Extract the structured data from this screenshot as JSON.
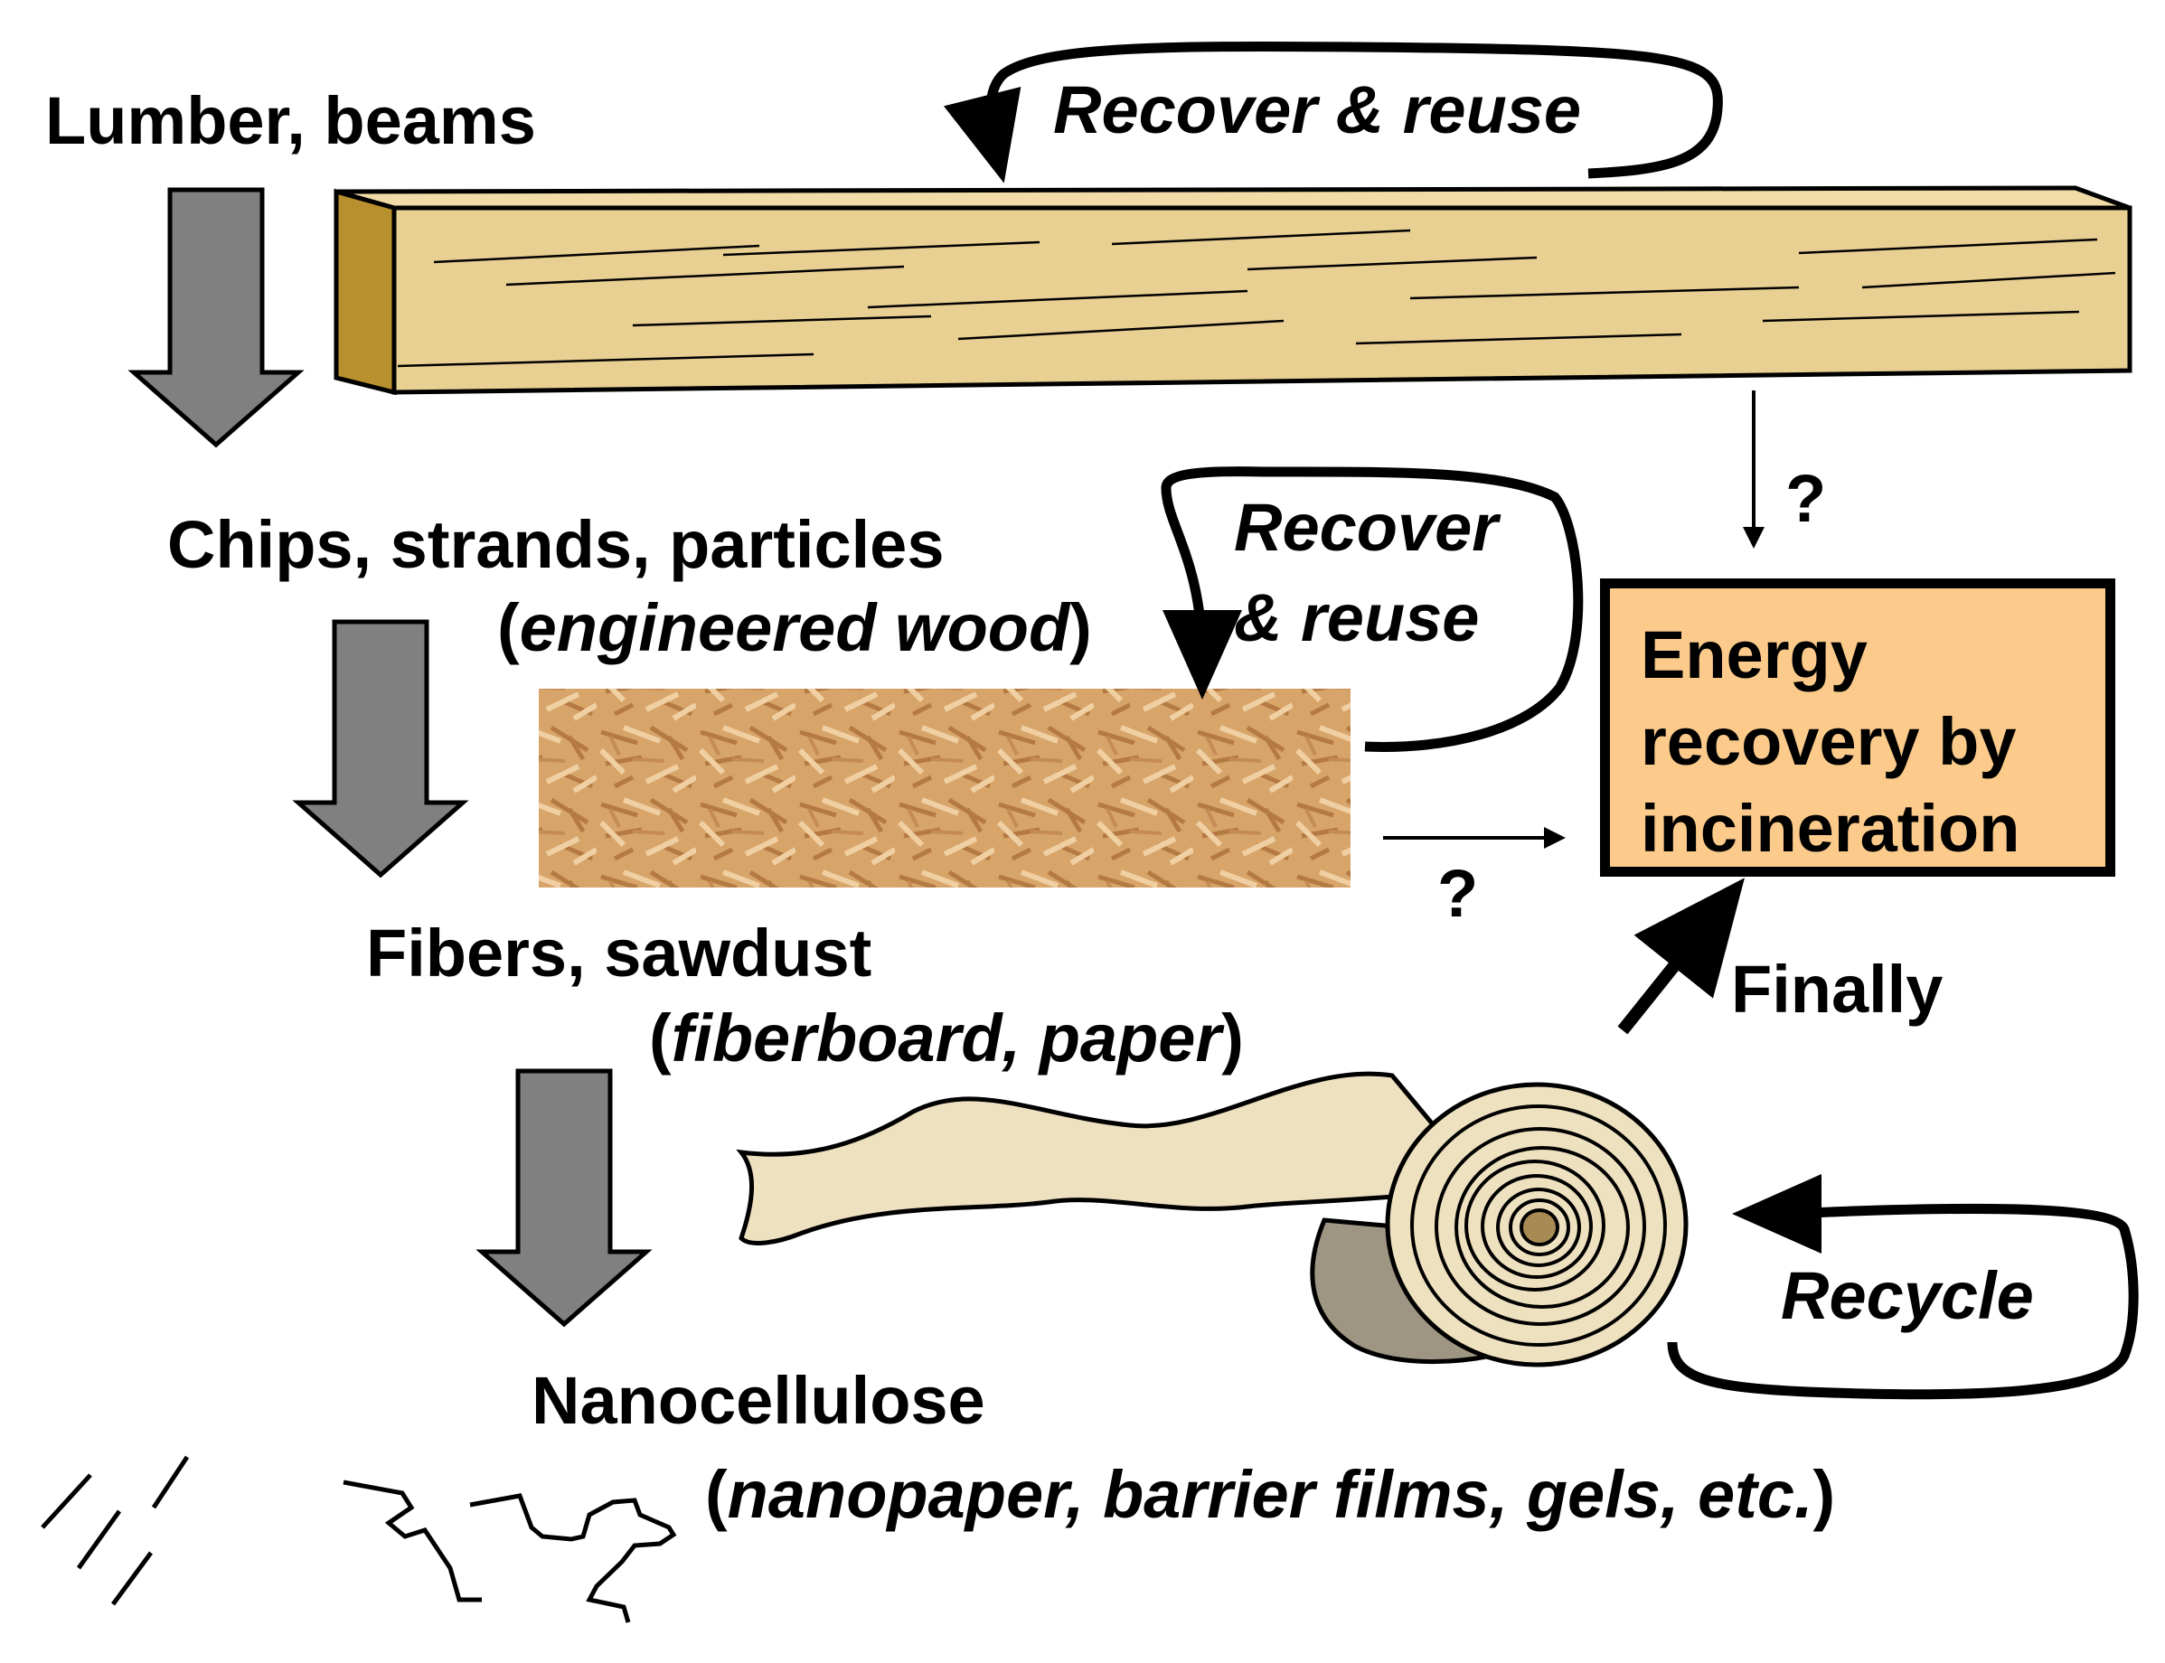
{
  "labels": {
    "lumber": "Lumber, beams",
    "chips": "Chips, strands, particles",
    "chips_sub": "engineered wood",
    "fibers": "Fibers, sawdust",
    "fibers_sub": "fiberboard, paper",
    "nano": "Nanocellulose",
    "nano_sub": "nanopaper, barrier films, gels, etc.",
    "recover_top": "Recover & reuse",
    "recover_mid_1": "Recover",
    "recover_mid_2": "& reuse",
    "recycle": "Recycle",
    "finally": "Finally",
    "question_top": "?",
    "question_mid": "?"
  },
  "energy_box": {
    "line1": "Energy",
    "line2": "recovery by",
    "line3": "incineration"
  },
  "colors": {
    "beam_face": "#E8CF92",
    "beam_end": "#B8902D",
    "down_arrow": "#808080",
    "energy_box": "#FCCB8B",
    "paper_roll": "#EEE1BF",
    "board": "#D9A86F"
  },
  "icons": [
    "wood-beam",
    "osb-board",
    "paper-roll",
    "nanofibers"
  ]
}
